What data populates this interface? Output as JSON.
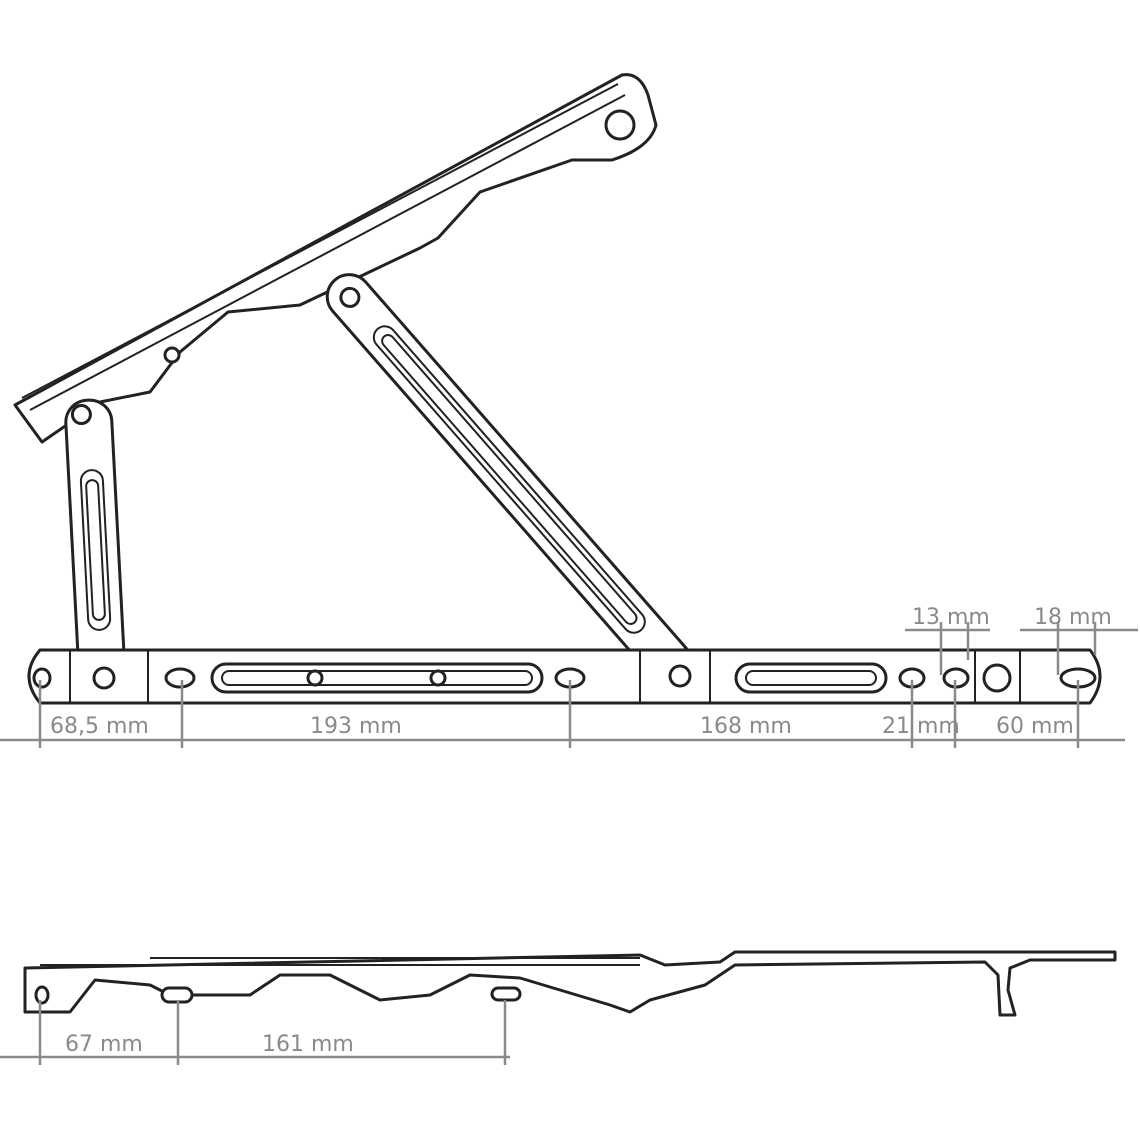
{
  "title": "Window stay hinge technical drawing",
  "colors": {
    "line": "#222222",
    "dimension": "#8a8a8a",
    "background": "#ffffff"
  },
  "top_view": {
    "dimensions": {
      "d1": "68,5 mm",
      "d2": "193 mm",
      "d3": "168 mm",
      "d4": "21 mm",
      "d5": "60 mm",
      "d6": "13 mm",
      "d7": "18 mm"
    }
  },
  "side_view": {
    "dimensions": {
      "d1": "67 mm",
      "d2": "161 mm"
    }
  }
}
